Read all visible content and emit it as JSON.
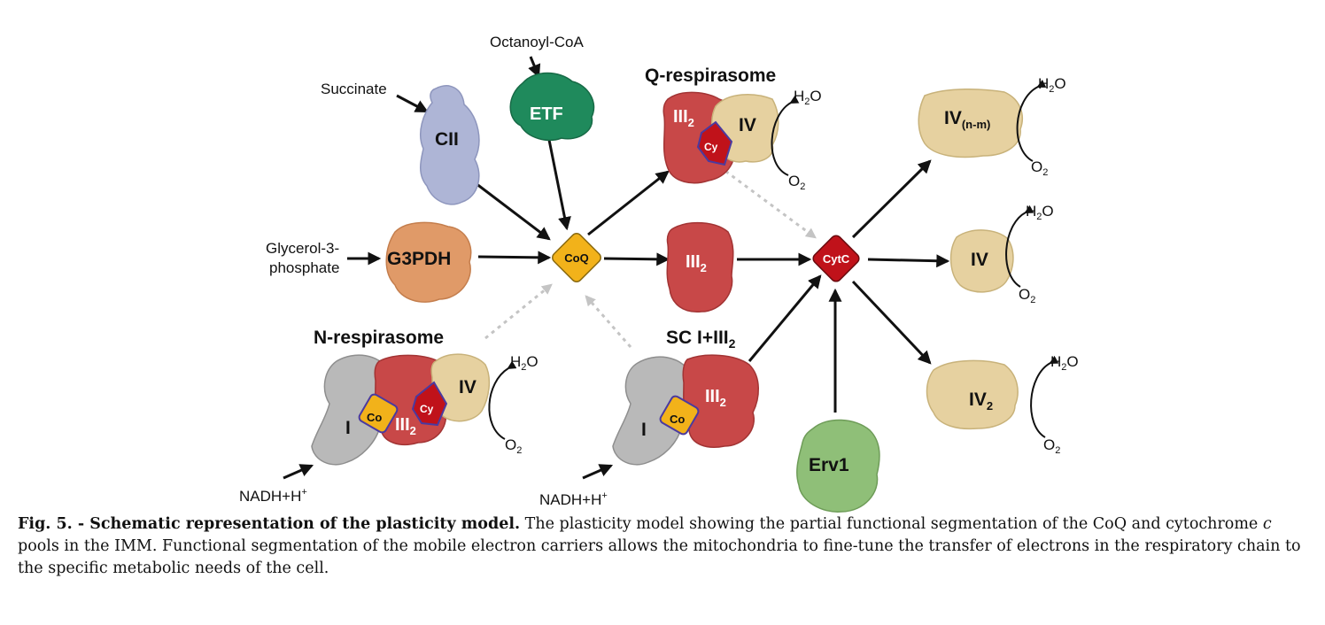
{
  "colors": {
    "cII": "#aeb5d6",
    "etf": "#1f8a5c",
    "g3pdh": "#e09a68",
    "complex3": "#c84848",
    "complex4": "#e6d1a0",
    "complex1": "#b9b9b9",
    "erv1": "#8fbf78",
    "coq_node": "#f2b21a",
    "cytc_node": "#c0121a",
    "arrow": "#111111",
    "dotted": "#bdbdbd"
  },
  "labels": {
    "succinate": "Succinate",
    "octanoyl": "Octanoyl-CoA",
    "glycerol_line1": "Glycerol-3-",
    "glycerol_line2": "phosphate",
    "nadh": "NADH+H",
    "nadh_sup": "+",
    "water": "H",
    "water_sub": "2",
    "water_o": "O",
    "oxygen": "O",
    "oxygen_sub": "2"
  },
  "titles": {
    "q_respirasome": "Q-respirasome",
    "n_respirasome": "N-respirasome",
    "sc_prefix": "SC I+III",
    "sc_sub": "2"
  },
  "proteins": {
    "cII": "CII",
    "etf": "ETF",
    "g3pdh": "G3PDH",
    "erv1": "Erv1",
    "complex1": "I",
    "complex3": "III",
    "complex3_sub": "2",
    "complex4": "IV",
    "iv_nm_sub": "(n-m)",
    "iv2_sub": "2",
    "coq_partial": "Co",
    "cyc_partial": "Cy"
  },
  "nodes": {
    "coq": "CoQ",
    "cytc": "CytC"
  },
  "caption": {
    "fig_label": "Fig. 5.",
    "bold_title": " - Schematic representation of the plasticity model.",
    "text_1": " The plasticity model showing the partial functional segmentation of the CoQ and cytochrome ",
    "italic_c": "c",
    "text_2": " pools in the IMM. Functional segmentation of the mobile electron carriers allows the mitochondria to fine-tune the transfer of electrons in the respiratory chain to the specific metabolic needs of the cell."
  }
}
